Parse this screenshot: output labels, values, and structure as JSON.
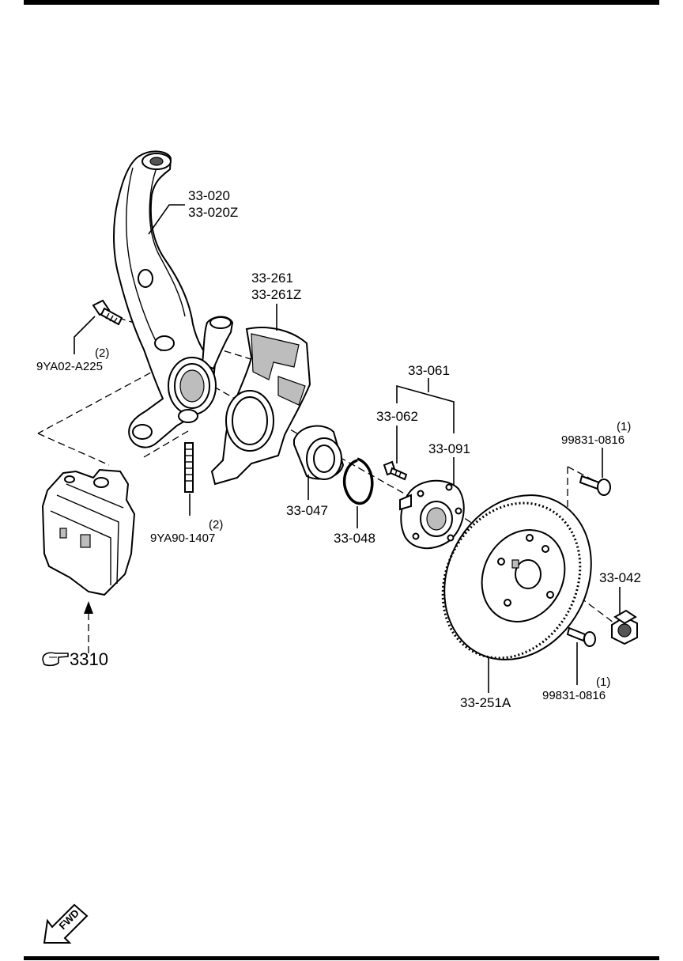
{
  "labels": {
    "knuckle": [
      "33-020",
      "33-020Z"
    ],
    "dust_shield": [
      "33-261",
      "33-261Z"
    ],
    "bolt_knuckle_qty": "(2)",
    "bolt_knuckle": "9YA02-A225",
    "stud_qty": "(2)",
    "stud": "9YA90-1407",
    "hub_assembly": "33-061",
    "hub_bolt": "33-062",
    "hub": "33-091",
    "bearing": "33-047",
    "snap_ring": "33-048",
    "screw_upper_qty": "(1)",
    "screw_upper": "99831-0816",
    "hub_nut": "33-042",
    "disc": "33-251A",
    "screw_lower_qty": "(1)",
    "screw_lower": "99831-0816",
    "caliper_ref": "3310",
    "fwd": "FWD"
  }
}
